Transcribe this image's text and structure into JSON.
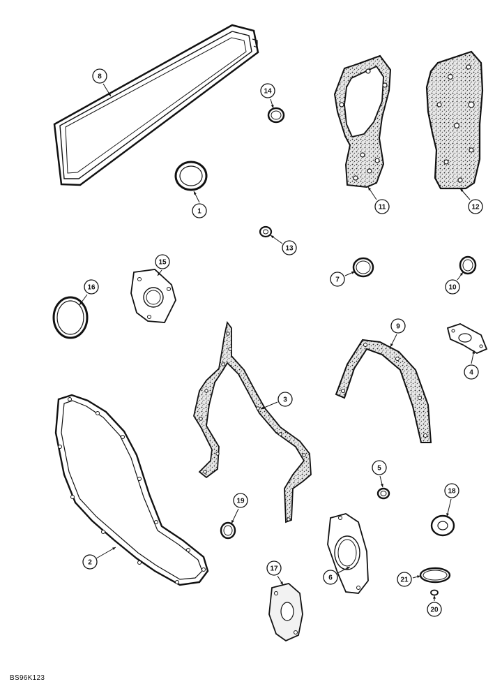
{
  "diagram": {
    "reference_code": "BS96K123",
    "callouts": [
      {
        "id": "p1",
        "label": "1"
      },
      {
        "id": "p2",
        "label": "2"
      },
      {
        "id": "p3",
        "label": "3"
      },
      {
        "id": "p4",
        "label": "4"
      },
      {
        "id": "p5",
        "label": "5"
      },
      {
        "id": "p6",
        "label": "6"
      },
      {
        "id": "p7",
        "label": "7"
      },
      {
        "id": "p8",
        "label": "8"
      },
      {
        "id": "p9",
        "label": "9"
      },
      {
        "id": "p10",
        "label": "10"
      },
      {
        "id": "p11",
        "label": "11"
      },
      {
        "id": "p12",
        "label": "12"
      },
      {
        "id": "p13",
        "label": "13"
      },
      {
        "id": "p14",
        "label": "14"
      },
      {
        "id": "p15",
        "label": "15"
      },
      {
        "id": "p16",
        "label": "16"
      },
      {
        "id": "p17",
        "label": "17"
      },
      {
        "id": "p18",
        "label": "18"
      },
      {
        "id": "p19",
        "label": "19"
      },
      {
        "id": "p20",
        "label": "20"
      },
      {
        "id": "p21",
        "label": "21"
      }
    ]
  }
}
